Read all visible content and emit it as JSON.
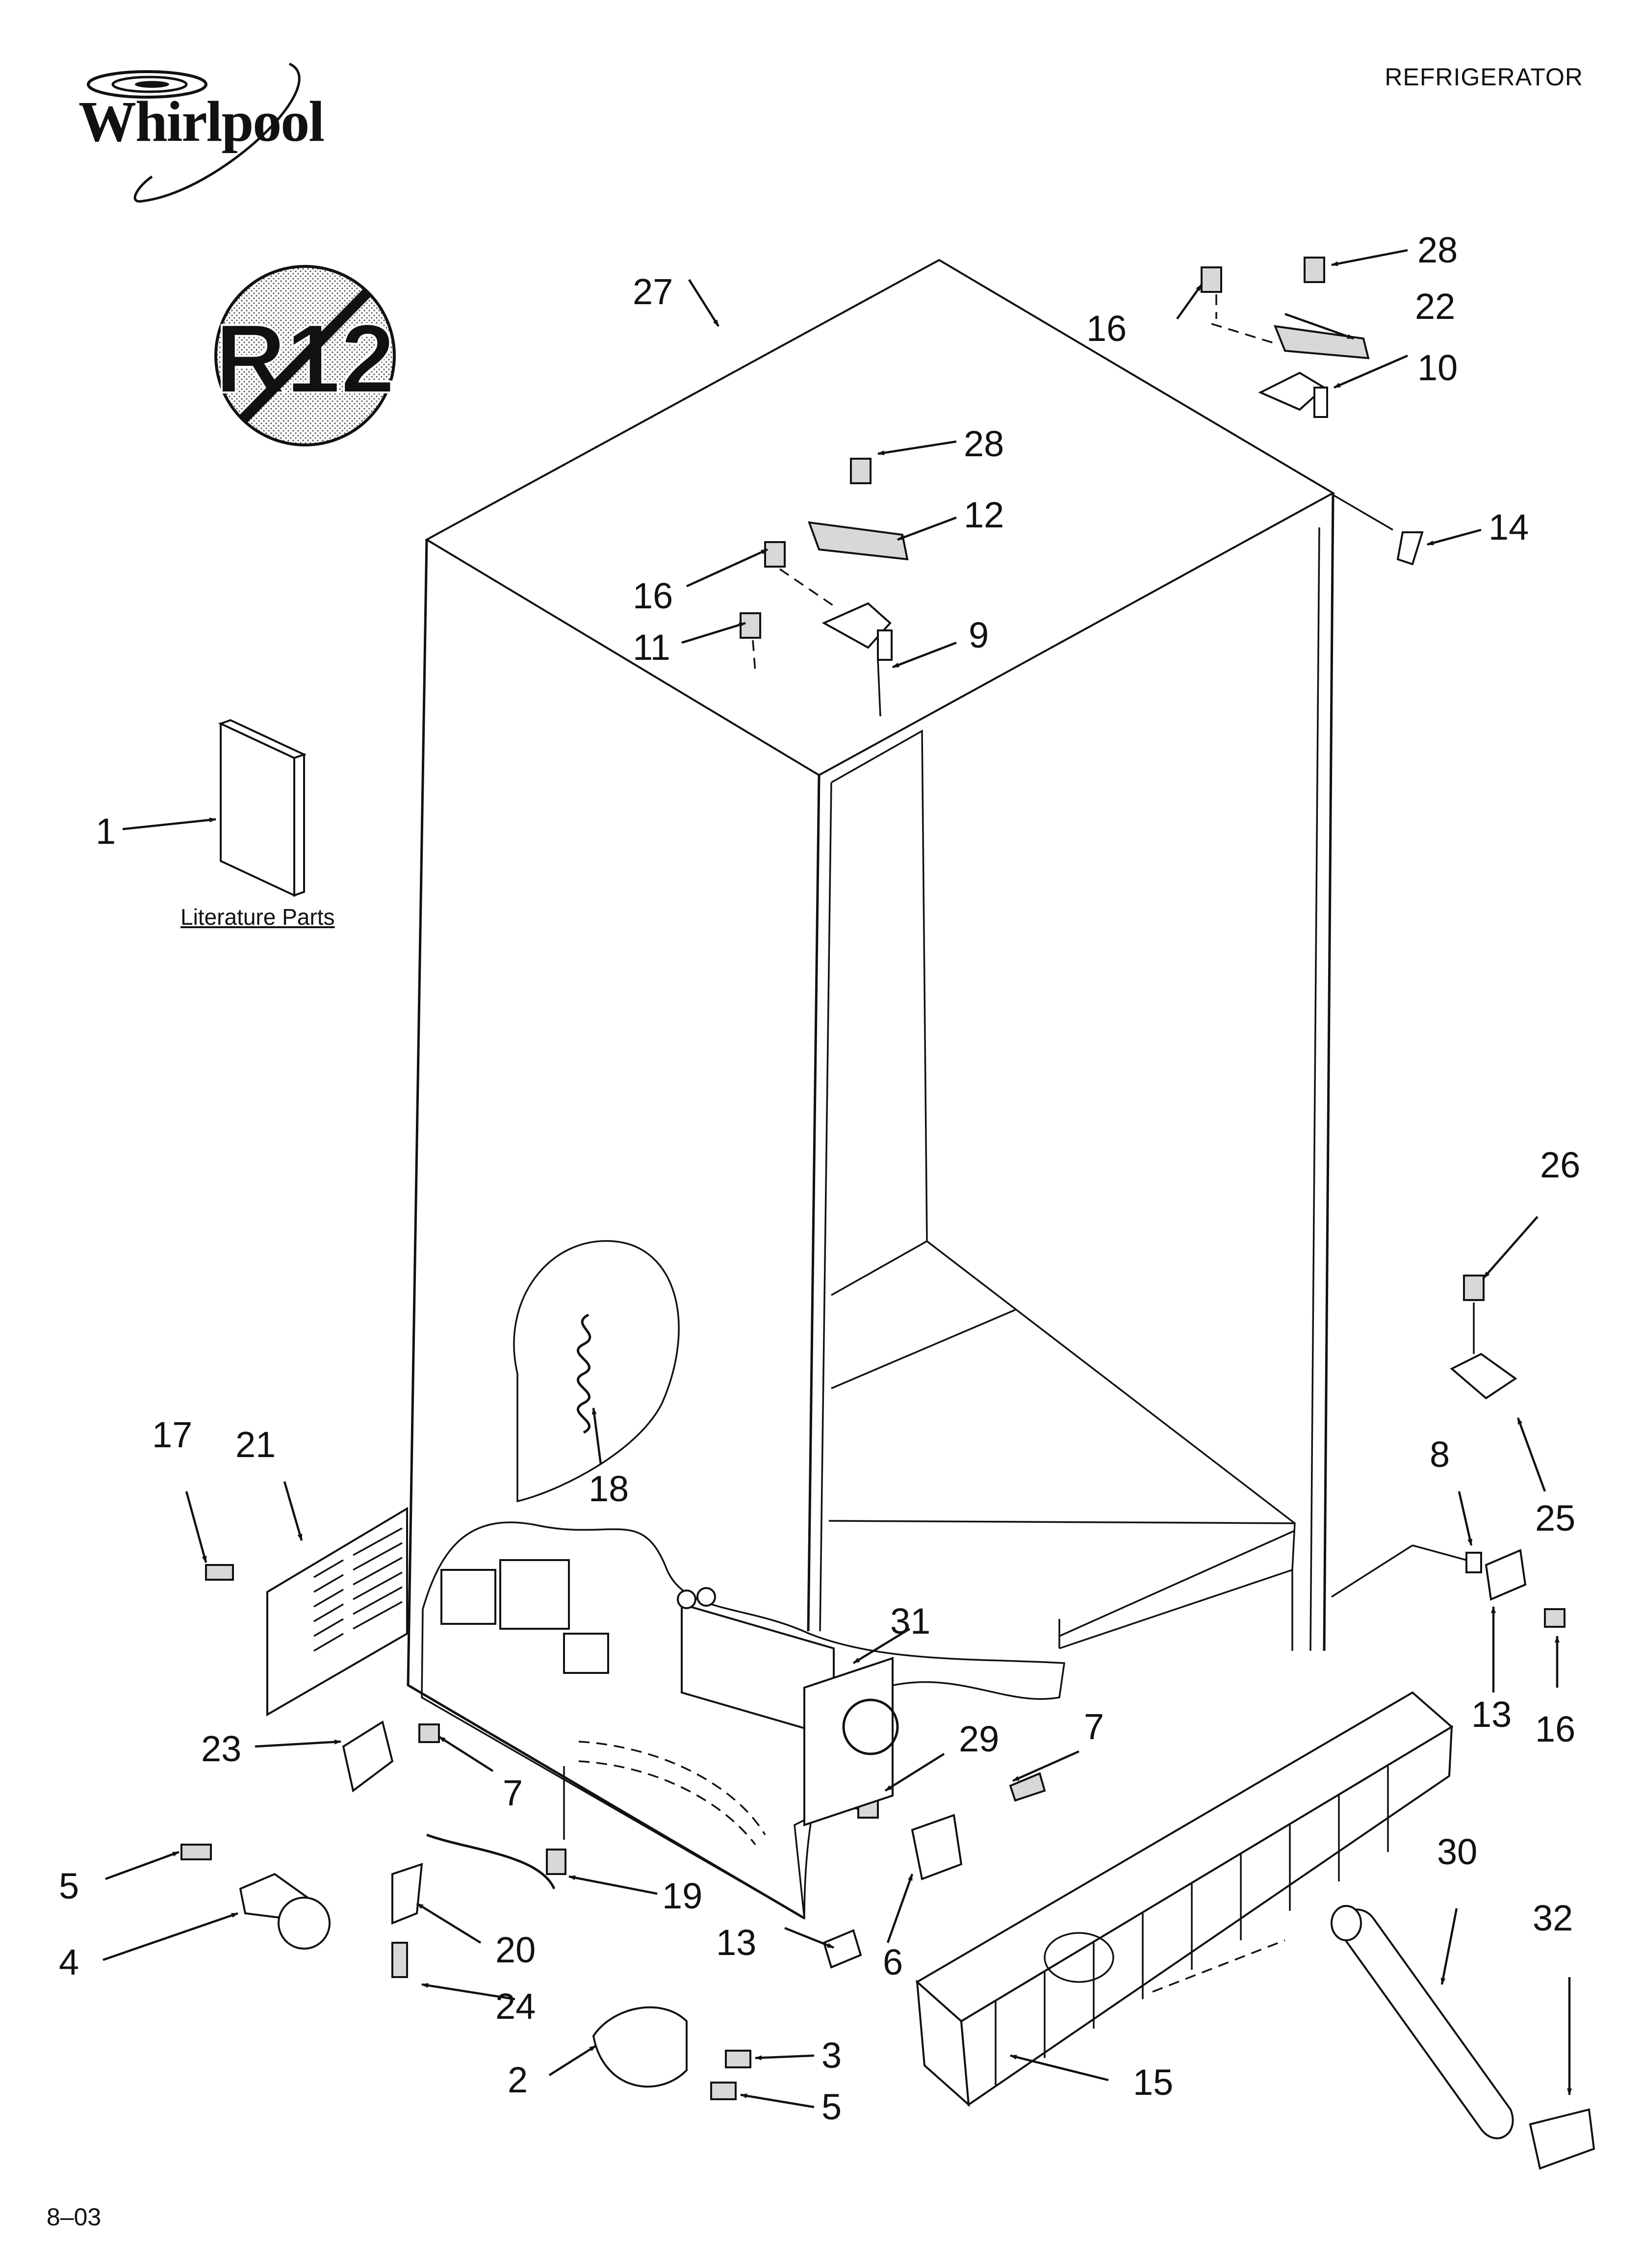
{
  "brand": {
    "name": "Whirlpool"
  },
  "header": {
    "title": "REFRIGERATOR"
  },
  "badge": {
    "text": "R12"
  },
  "literature": {
    "label": "Literature Parts"
  },
  "footer": {
    "code": "8–03"
  },
  "callouts": {
    "c1": "1",
    "c2": "2",
    "c3": "3",
    "c4": "4",
    "c5a": "5",
    "c5b": "5",
    "c6": "6",
    "c7a": "7",
    "c7b": "7",
    "c8": "8",
    "c9": "9",
    "c10": "10",
    "c11": "11",
    "c12": "12",
    "c13a": "13",
    "c13b": "13",
    "c14": "14",
    "c15": "15",
    "c16a": "16",
    "c16b": "16",
    "c16c": "16",
    "c17": "17",
    "c18": "18",
    "c19": "19",
    "c20": "20",
    "c21": "21",
    "c22": "22",
    "c23": "23",
    "c24": "24",
    "c25": "25",
    "c26": "26",
    "c27": "27",
    "c28a": "28",
    "c28b": "28",
    "c29": "29",
    "c30": "30",
    "c31": "31",
    "c32": "32"
  }
}
